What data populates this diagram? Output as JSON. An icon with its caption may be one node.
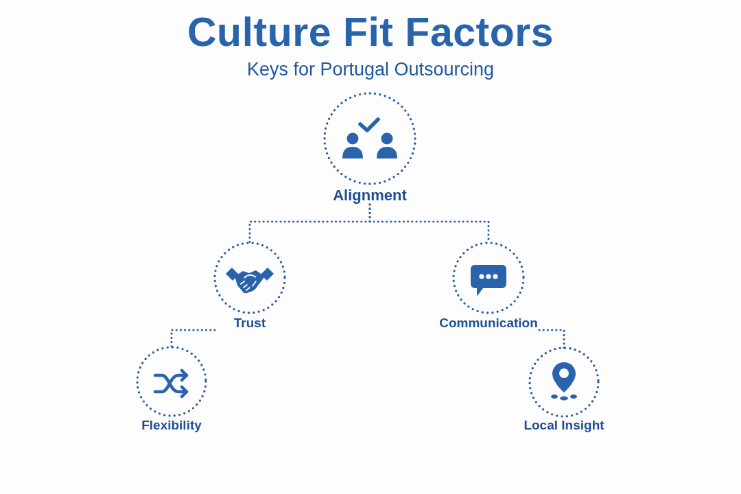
{
  "diagram": {
    "title": "Culture Fit Factors",
    "nodes": [
      {
        "text": [
          "Alignment"
        ]
      },
      {
        "text": [
          "Trust"
        ]
      },
      {
        "text": [
          "Communication"
        ]
      },
      {
        "text": [
          "Flexibility"
        ]
      },
      {
        "text": [
          "Local Insight"
        ]
      }
    ],
    "edges": [
      {
        "from": 0,
        "to": 1,
        "arrow": "none"
      },
      {
        "from": 0,
        "to": 2,
        "arrow": "none"
      },
      {
        "from": 1,
        "to": 3,
        "arrow": "none"
      },
      {
        "from": 2,
        "to": 4,
        "arrow": "none"
      }
    ],
    "labels": [
      "Keys for Portugal Outsourcing"
    ]
  }
}
